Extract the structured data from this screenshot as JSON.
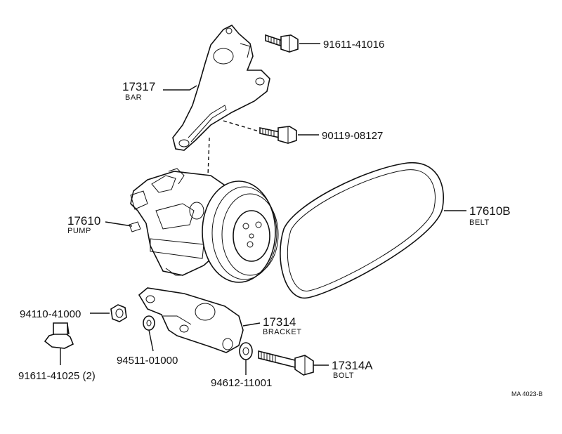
{
  "parts": {
    "bar": {
      "number": "17317",
      "name": "BAR"
    },
    "bolt_top": {
      "number": "91611-41016"
    },
    "bolt_mid": {
      "number": "90119-08127"
    },
    "pump": {
      "number": "17610",
      "name": "PUMP"
    },
    "belt": {
      "number": "17610B",
      "name": "BELT"
    },
    "nut": {
      "number": "94110-41000"
    },
    "bolt_small": {
      "number": "91611-41025 (2)"
    },
    "washer_left": {
      "number": "94511-01000"
    },
    "bracket": {
      "number": "17314",
      "name": "BRACKET"
    },
    "washer_right": {
      "number": "94612-11001"
    },
    "bolt_long": {
      "number": "17314A",
      "name": "BOLT"
    }
  },
  "reference_code": "MA 4023-B"
}
